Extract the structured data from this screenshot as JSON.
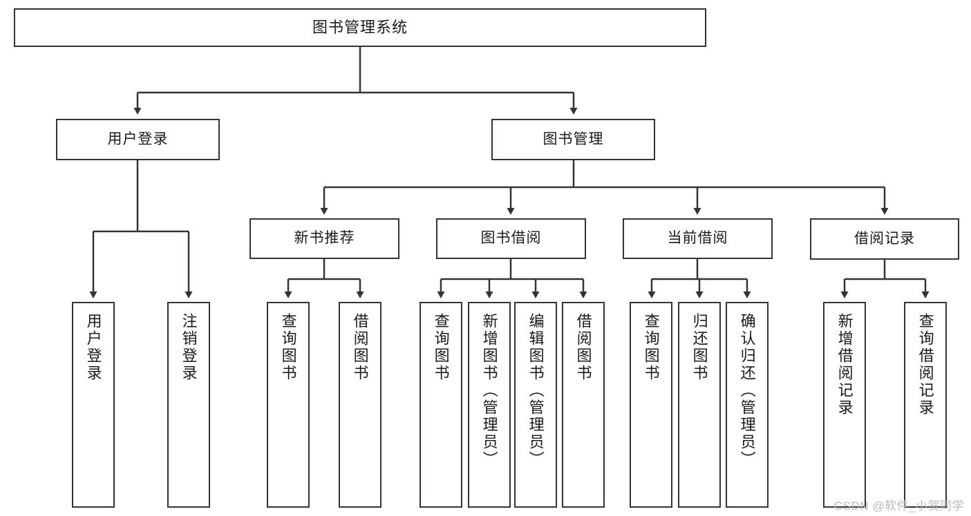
{
  "diagram": {
    "type": "tree-hierarchy-chart",
    "title": "图书管理系统",
    "watermark": "CSDN @软件_小贺同学",
    "colors": {
      "stroke": "#333333",
      "fill": "#ffffff",
      "text": "#1a1a1a",
      "watermark": "#b9b9b9"
    },
    "nodes": {
      "root": {
        "label": "图书管理系统"
      },
      "level2": [
        {
          "id": "user-login",
          "label": "用户登录"
        },
        {
          "id": "book-manage",
          "label": "图书管理"
        }
      ],
      "level3": [
        {
          "id": "new-book-rec",
          "label": "新书推荐"
        },
        {
          "id": "book-borrow",
          "label": "图书借阅"
        },
        {
          "id": "current-borrow",
          "label": "当前借阅"
        },
        {
          "id": "borrow-record",
          "label": "借阅记录"
        }
      ],
      "leaves": {
        "user-login": [
          {
            "id": "leaf-user-login",
            "label": "用户登录"
          },
          {
            "id": "leaf-logout",
            "label": "注销登录"
          }
        ],
        "new-book-rec": [
          {
            "id": "leaf-query-book-1",
            "label": "查询图书"
          },
          {
            "id": "leaf-borrow-book-1",
            "label": "借阅图书"
          }
        ],
        "book-borrow": [
          {
            "id": "leaf-query-book-2",
            "label": "查询图书"
          },
          {
            "id": "leaf-add-book",
            "label": "新增图书（管理员）"
          },
          {
            "id": "leaf-edit-book",
            "label": "编辑图书（管理员）"
          },
          {
            "id": "leaf-borrow-book-2",
            "label": "借阅图书"
          }
        ],
        "current-borrow": [
          {
            "id": "leaf-query-book-3",
            "label": "查询图书"
          },
          {
            "id": "leaf-return-book",
            "label": "归还图书"
          },
          {
            "id": "leaf-confirm-return",
            "label": "确认归还（管理员）"
          }
        ],
        "borrow-record": [
          {
            "id": "leaf-add-record",
            "label": "新增借阅记录"
          },
          {
            "id": "leaf-query-record",
            "label": "查询借阅记录"
          }
        ]
      }
    }
  }
}
